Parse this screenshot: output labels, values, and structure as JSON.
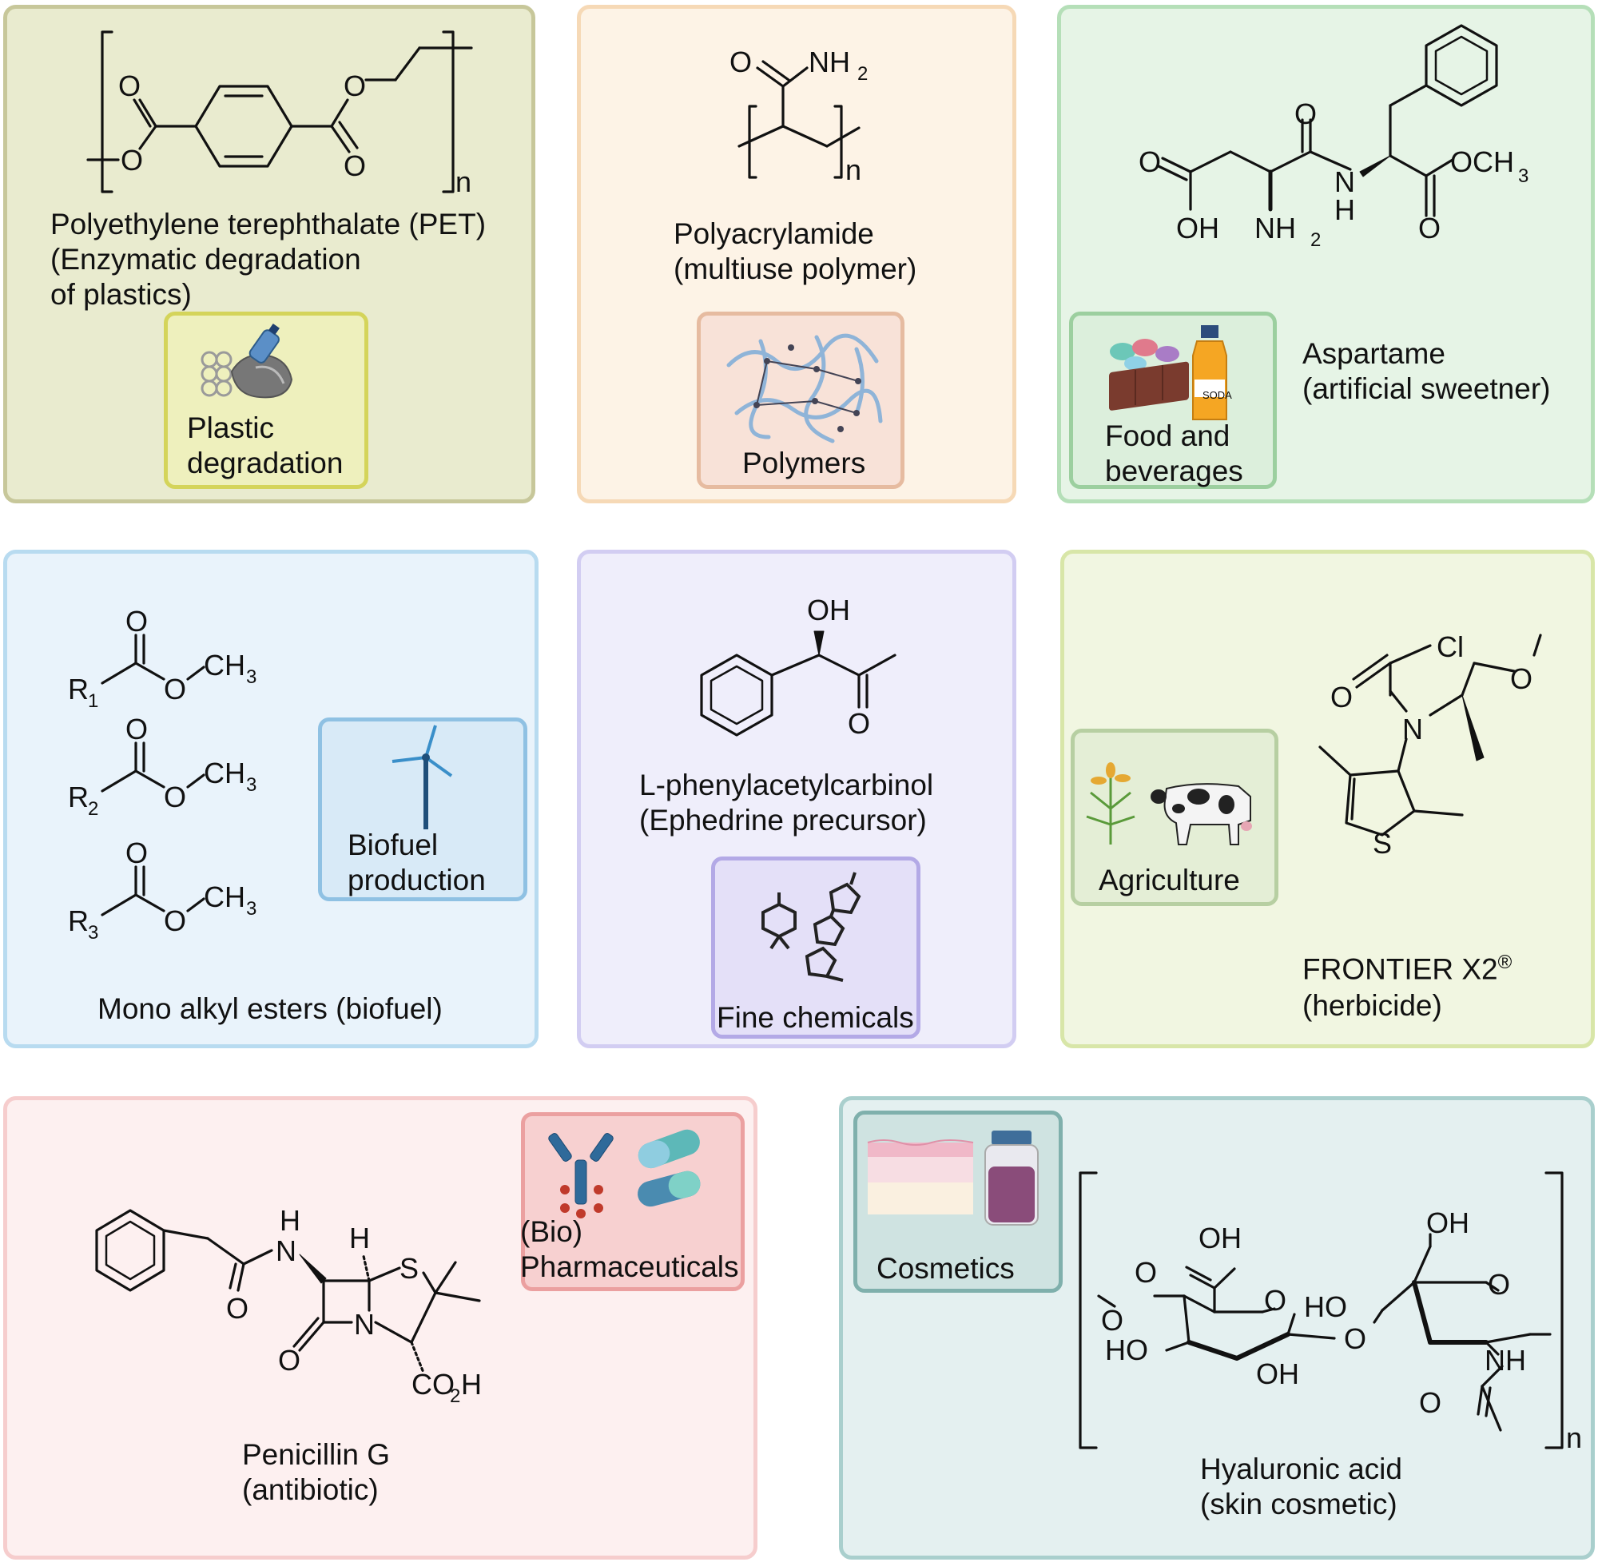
{
  "colors": {
    "pet_panel": "#e9ebcf",
    "pet_border": "#c7c79a",
    "paam_panel": "#fdf3e6",
    "paam_border": "#f6d9b6",
    "asp_panel": "#e6f4e6",
    "asp_border": "#b5dfb8",
    "ester_panel": "#e9f3fb",
    "ester_border": "#b8dbf0",
    "pac_panel": "#efeefb",
    "pac_border": "#d2cdf2",
    "herb_panel": "#f1f6e1",
    "herb_border": "#d8e6a8",
    "pen_panel": "#fdf0f0",
    "pen_border": "#f6cdcd",
    "ha_panel": "#e4f0f0",
    "ha_border": "#a9cfcd"
  },
  "panels": {
    "pet": {
      "caption_1": "Polyethylene terephthalate (PET)",
      "caption_2": "(Enzymatic degradation",
      "caption_3": "of plastics)",
      "app_1": "Plastic",
      "app_2": "degradation",
      "atoms": {
        "o": "O",
        "n": "n"
      }
    },
    "polyacrylamide": {
      "caption_1": "Polyacrylamide",
      "caption_2": "(multiuse polymer)",
      "app": "Polymers",
      "atoms": {
        "o": "O",
        "nh": "NH",
        "two": "2",
        "n": "n"
      }
    },
    "aspartame": {
      "caption_1": "Aspartame",
      "caption_2": "(artificial sweetner)",
      "app_1": "Food and",
      "app_2": "beverages",
      "soda": "SODA",
      "atoms": {
        "o": "O",
        "oh": "OH",
        "nh": "NH",
        "two": "2",
        "n": "N",
        "h": "H",
        "och": "OCH",
        "three": "3"
      }
    },
    "esters": {
      "caption": "Mono alkyl esters (biofuel)",
      "app_1": "Biofuel",
      "app_2": "production",
      "atoms": {
        "o": "O",
        "r": "R",
        "ch": "CH",
        "three": "3",
        "s1": "1",
        "s2": "2",
        "s3": "3"
      }
    },
    "pac": {
      "caption_1": "L-phenylacetylcarbinol",
      "caption_2": "(Ephedrine precursor)",
      "app": "Fine chemicals",
      "atoms": {
        "oh": "OH",
        "o": "O"
      }
    },
    "herbicide": {
      "caption_1": "FRONTIER X2",
      "caption_reg": "®",
      "caption_2": "(herbicide)",
      "app": "Agriculture",
      "atoms": {
        "cl": "Cl",
        "o": "O",
        "n": "N",
        "s": "S"
      }
    },
    "penicillin": {
      "caption_1": "Penicillin G",
      "caption_2": "(antibiotic)",
      "app_1": "(Bio)",
      "app_2": "Pharmaceuticals",
      "atoms": {
        "h": "H",
        "n": "N",
        "s": "S",
        "o": "O",
        "co": "CO",
        "two": "2",
        "h2": "H"
      }
    },
    "hyaluronic": {
      "caption_1": "Hyaluronic acid",
      "caption_2": "(skin cosmetic)",
      "app": "Cosmetics",
      "atoms": {
        "oh": "OH",
        "o": "O",
        "ho": "HO",
        "nh": "NH",
        "n": "n"
      }
    }
  }
}
